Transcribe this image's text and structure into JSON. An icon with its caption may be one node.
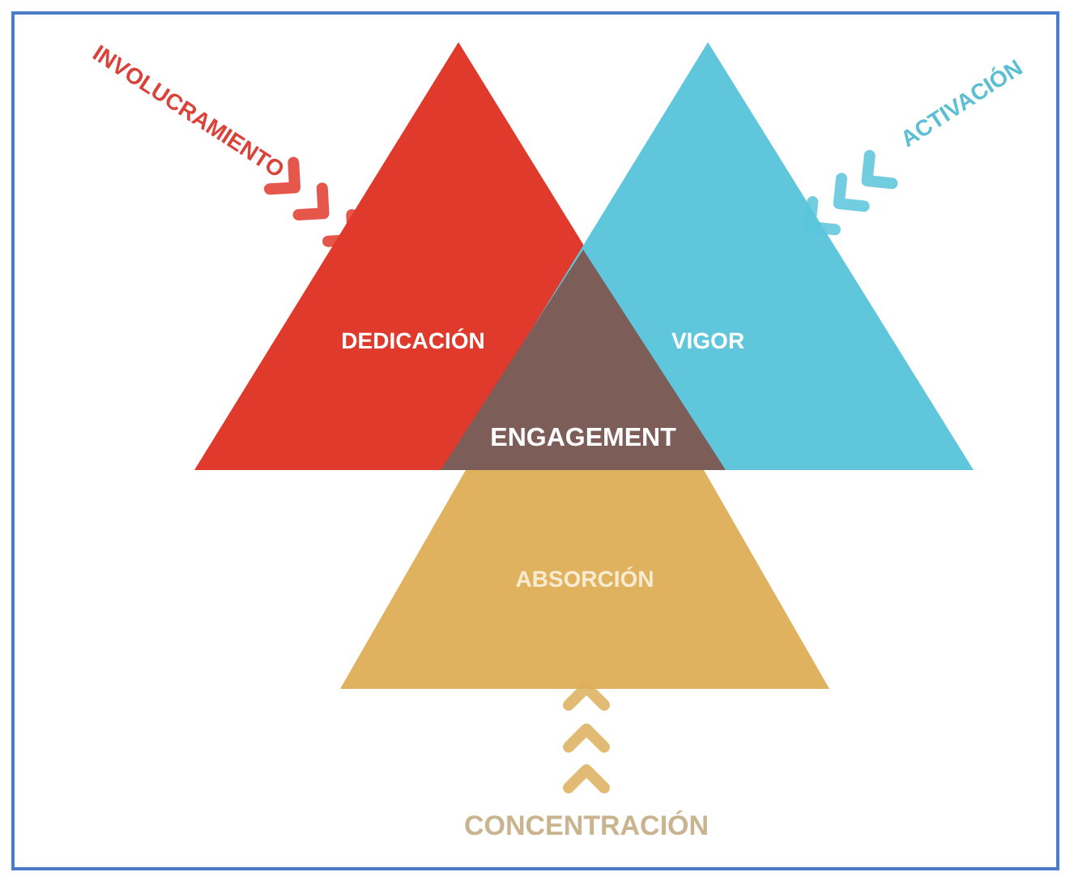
{
  "diagram": {
    "nodes": [
      {
        "text": [
          "DEDICACIÓN"
        ]
      },
      {
        "text": [
          "VIGOR"
        ]
      },
      {
        "text": [
          "ABSORCIÓN"
        ]
      },
      {
        "text": [
          "ENGAGEMENT"
        ]
      },
      {
        "text": [
          "INVOLUCRAMIENTO"
        ]
      },
      {
        "text": [
          "ACTIVACIÓN"
        ]
      },
      {
        "text": [
          "CONCENTRACIÓN"
        ]
      }
    ],
    "edges": [
      {
        "from": 4,
        "to": 0,
        "arrow": "to",
        "color": "#e03a2c"
      },
      {
        "from": 5,
        "to": 1,
        "arrow": "to",
        "color": "#5bc4da"
      },
      {
        "from": 6,
        "to": 2,
        "arrow": "to",
        "color": "#dcae5a"
      }
    ]
  }
}
